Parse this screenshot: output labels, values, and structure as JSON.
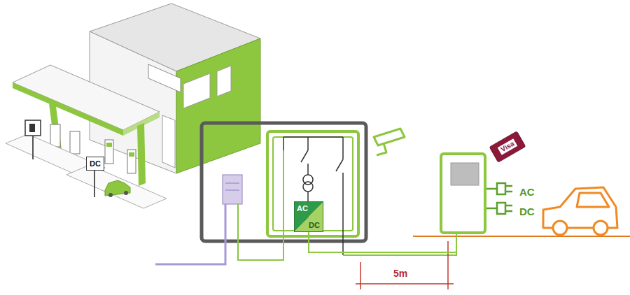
{
  "diagram": {
    "nodes": [
      {
        "text": [
          "DC"
        ]
      },
      {
        "text": [
          "AC",
          "DC"
        ]
      },
      {
        "text": [
          "AC",
          "DC"
        ]
      },
      {
        "text": [
          "Visa"
        ]
      }
    ],
    "edges": [
      {
        "from": 1,
        "to": 2,
        "arrow": "none"
      }
    ],
    "labels": [
      "5m"
    ]
  }
}
